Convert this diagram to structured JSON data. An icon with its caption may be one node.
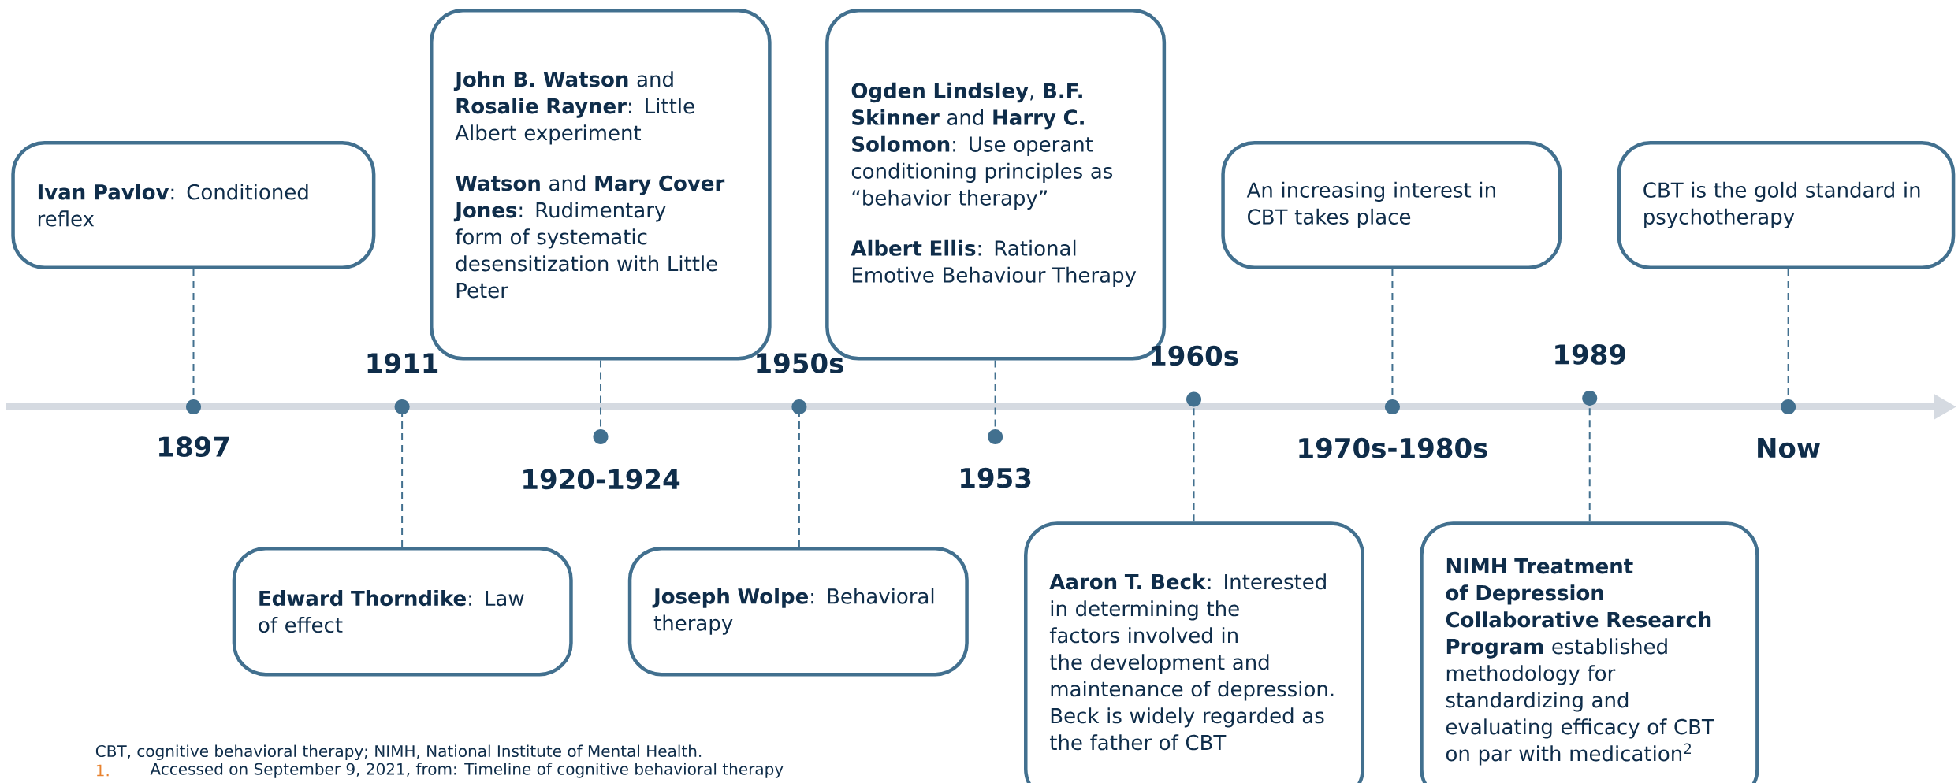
{
  "diagram": {
    "nodes": [
      {
        "text": [
          "**Ivan Pavlov**: Conditioned reflex"
        ]
      },
      {
        "text": [
          "**Edward Thorndike**: Law of effect"
        ]
      },
      {
        "text": [
          "**John B. Watson** and **Rosalie Rayner**: Little Albert experiment",
          "**Watson** and **Mary Cover Jones**: Rudimentary form of systematic desensitization with Little Peter"
        ]
      },
      {
        "text": [
          "**Joseph Wolpe**: Behavioral therapy"
        ]
      },
      {
        "text": [
          "**Ogden Lindsley**, **B.F. Skinner** and **Harry C. Solomon**: Use operant conditioning principles as “behavior therapy”",
          "**Albert Ellis**: Rational Emotive Behaviour Therapy"
        ]
      },
      {
        "text": [
          "**Aaron T. Beck**: Interested in determining the factors involved in the development and maintenance of depression. Beck is widely regarded as the father of CBT"
        ]
      },
      {
        "text": [
          "An increasing interest in CBT takes place"
        ]
      },
      {
        "text": [
          "**NIMH Treatment of Depression Collaborative Research Program** established methodology for standardizing and evaluating efficacy of CBT on par with medication$^{2}$"
        ]
      },
      {
        "text": [
          "CBT is the gold standard in psychotherapy"
        ]
      },
      {
        "text": [],
        "shape": "circle"
      },
      {
        "text": [],
        "shape": "circle"
      },
      {
        "text": [],
        "shape": "circle"
      },
      {
        "text": [],
        "shape": "circle"
      },
      {
        "text": [],
        "shape": "circle"
      },
      {
        "text": [],
        "shape": "circle"
      },
      {
        "text": [],
        "shape": "circle"
      },
      {
        "text": [],
        "shape": "circle"
      },
      {
        "text": [],
        "shape": "circle"
      }
    ],
    "edges": [
      {
        "from": 0,
        "to": 9,
        "arrow": "none",
        "style": "dashed"
      },
      {
        "from": 1,
        "to": 10,
        "arrow": "none",
        "style": "dashed"
      },
      {
        "from": 2,
        "to": 11,
        "arrow": "none",
        "style": "dashed"
      },
      {
        "from": 3,
        "to": 12,
        "arrow": "none",
        "style": "dashed"
      },
      {
        "from": 4,
        "to": 13,
        "arrow": "none",
        "style": "dashed"
      },
      {
        "from": 5,
        "to": 14,
        "arrow": "none",
        "style": "dashed"
      },
      {
        "from": 6,
        "to": 15,
        "arrow": "none",
        "style": "dashed"
      },
      {
        "from": 7,
        "to": 16,
        "arrow": "none",
        "style": "dashed"
      },
      {
        "from": 8,
        "to": 17,
        "arrow": "none",
        "style": "dashed"
      }
    ],
    "labels": [
      "1897",
      "1911",
      "1920-1924",
      "1950s",
      "1953",
      "1960s",
      "1970s-1980s",
      "1989",
      "Now",
      "CBT, cognitive behavioral therapy; NIMH, National Institute of Mental Health.",
      "1.",
      "Accessed on September 9, 2021, from: Timeline of cognitive behavioral therapy"
    ]
  }
}
